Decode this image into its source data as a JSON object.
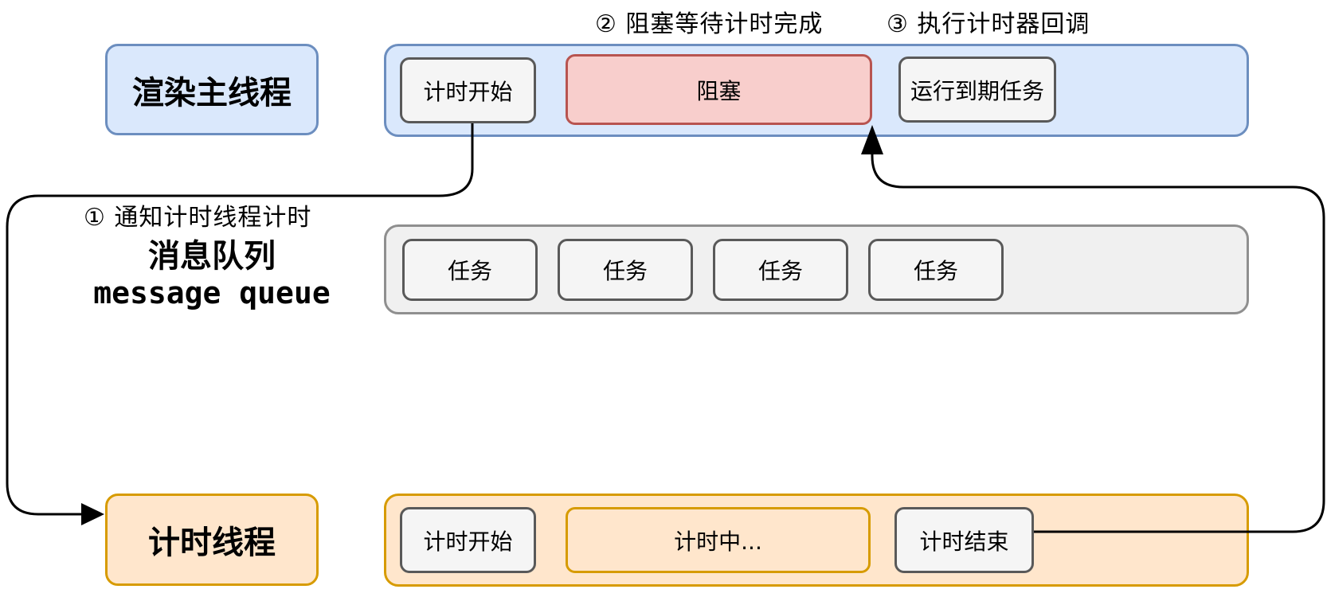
{
  "annotations": {
    "step1": "① 通知计时线程计时",
    "step2": "② 阻塞等待计时完成",
    "step3": "③ 执行计时器回调"
  },
  "main_thread": {
    "label": "渲染主线程",
    "timeline": [
      {
        "label": "计时开始",
        "type": "gray"
      },
      {
        "label": "阻塞",
        "type": "red"
      },
      {
        "label": "运行到期任务",
        "type": "gray"
      }
    ]
  },
  "message_queue": {
    "label_zh": "消息队列",
    "label_en": "message queue",
    "tasks": [
      "任务",
      "任务",
      "任务",
      "任务"
    ]
  },
  "timer_thread": {
    "label": "计时线程",
    "timeline": [
      {
        "label": "计时开始",
        "type": "gray"
      },
      {
        "label": "计时中...",
        "type": "orange"
      },
      {
        "label": "计时结束",
        "type": "gray"
      }
    ]
  },
  "colors": {
    "blue_fill": "#dae8fc",
    "blue_stroke": "#6c8ebf",
    "orange_fill": "#ffe6cc",
    "orange_stroke": "#d79b00",
    "red_fill": "#f8cecc",
    "red_stroke": "#b85450",
    "gray_fill": "#f5f5f5",
    "gray_stroke": "#595959",
    "queue_fill": "#f0f0f0",
    "queue_stroke": "#8f8f8f",
    "wire": "#000000"
  }
}
